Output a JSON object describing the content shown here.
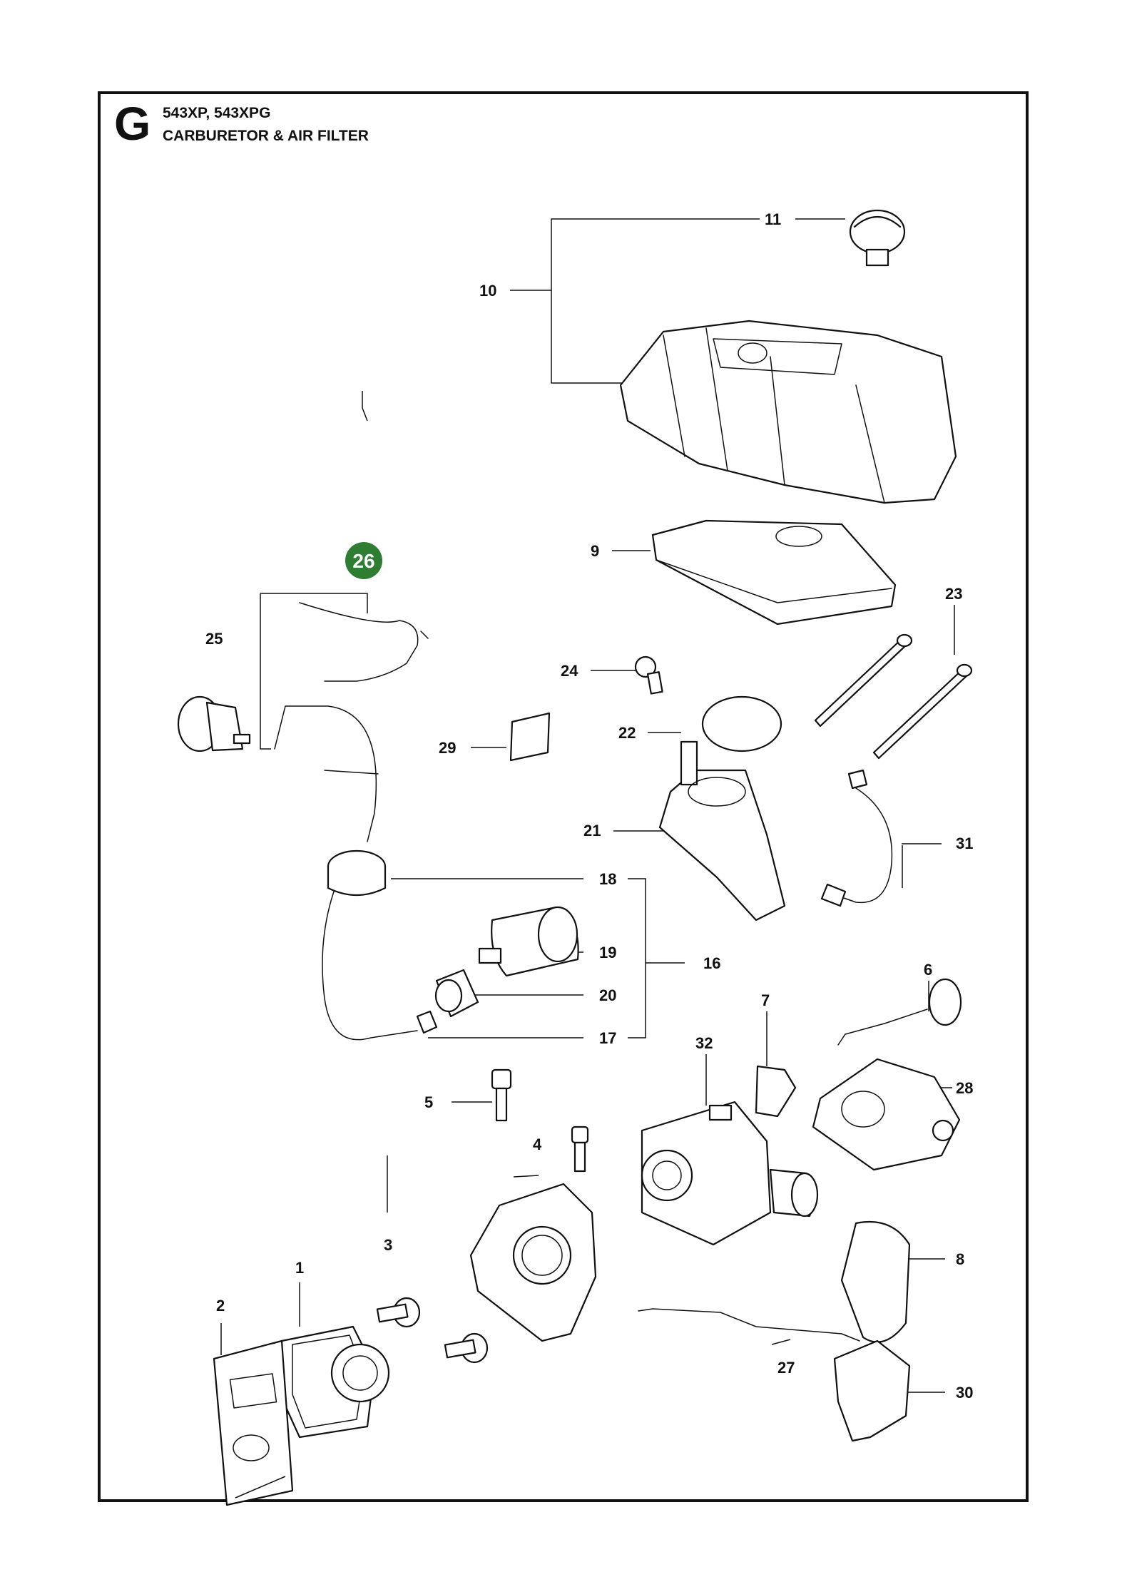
{
  "header": {
    "section_letter": "G",
    "models": "543XP, 543XPG",
    "title": "CARBURETOR & AIR FILTER"
  },
  "highlight_color": "#2e7d32",
  "callouts": {
    "p1": "1",
    "p2": "2",
    "p3": "3",
    "p4": "4",
    "p5": "5",
    "p6": "6",
    "p7": "7",
    "p8": "8",
    "p9": "9",
    "p10": "10",
    "p11": "11",
    "p16": "16",
    "p17": "17",
    "p18": "18",
    "p19": "19",
    "p20": "20",
    "p21": "21",
    "p22": "22",
    "p23": "23",
    "p24": "24",
    "p25": "25",
    "p26": "26",
    "p27": "27",
    "p28": "28",
    "p29": "29",
    "p30": "30",
    "p31": "31",
    "p32": "32"
  }
}
